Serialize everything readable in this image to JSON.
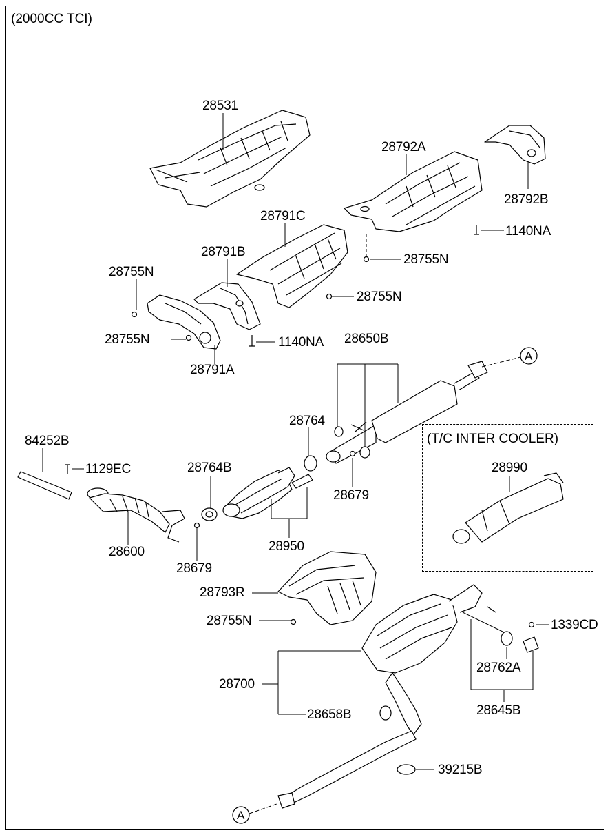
{
  "header": {
    "title": "(2000CC TCI)"
  },
  "inset": {
    "title": "(T/C INTER COOLER)"
  },
  "connector": {
    "letter": "A"
  },
  "parts": {
    "p28531": "28531",
    "p28792A": "28792A",
    "p28792B": "28792B",
    "p1140NA_a": "1140NA",
    "p28755N_a": "28755N",
    "p28791C": "28791C",
    "p28791B": "28791B",
    "p28755N_b": "28755N",
    "p28755N_c": "28755N",
    "p28755N_d": "28755N",
    "p1140NA_b": "1140NA",
    "p28791A": "28791A",
    "p28650B": "28650B",
    "p28764": "28764",
    "p84252B": "84252B",
    "p1129EC": "1129EC",
    "p28764B": "28764B",
    "p28679_a": "28679",
    "p28990": "28990",
    "p28600": "28600",
    "p28950": "28950",
    "p28679_b": "28679",
    "p28793R": "28793R",
    "p28755N_e": "28755N",
    "p1339CD": "1339CD",
    "p28700": "28700",
    "p28762A": "28762A",
    "p28658B": "28658B",
    "p28645B": "28645B",
    "p39215B": "39215B"
  }
}
